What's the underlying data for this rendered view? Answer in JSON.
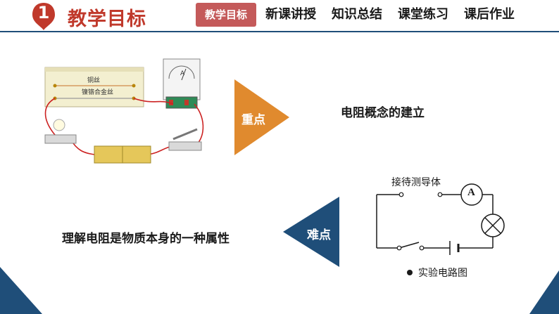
{
  "header": {
    "section_number": "1",
    "title": "教学目标",
    "nav": [
      {
        "label": "教学目标",
        "active": true
      },
      {
        "label": "新课讲授",
        "active": false
      },
      {
        "label": "知识总结",
        "active": false
      },
      {
        "label": "课堂练习",
        "active": false
      },
      {
        "label": "课后作业",
        "active": false
      }
    ]
  },
  "key_point": {
    "tag": "重点",
    "text": "电阻概念的建立"
  },
  "difficult_point": {
    "tag": "难点",
    "text": "理解电阻是物质本身的一种属性"
  },
  "photo": {
    "wire_labels": [
      "铜丝",
      "镍铬合金丝"
    ],
    "ammeter_symbol": "A"
  },
  "circuit": {
    "label_top": "接待测导体",
    "ammeter": "A",
    "caption": "实验电路图"
  },
  "colors": {
    "accent_red": "#c0392b",
    "navy": "#1f4e79",
    "orange": "#e08a2e",
    "nav_active": "#c45a5a"
  }
}
